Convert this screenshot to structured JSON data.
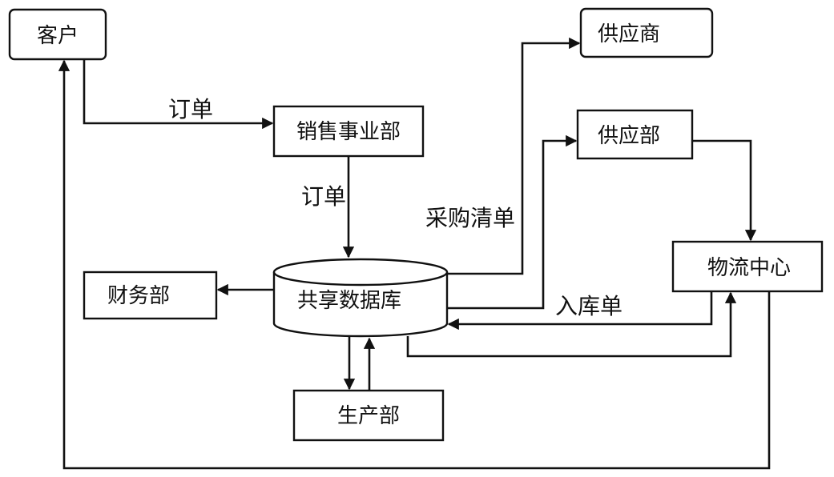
{
  "nodes": {
    "customer": "客户",
    "supplier": "供应商",
    "sales": "销售事业部",
    "supply_dept": "供应部",
    "logistics": "物流中心",
    "finance": "财务部",
    "database": "共享数据库",
    "production": "生产部"
  },
  "edges": {
    "order_top": "订单",
    "order_mid": "订单",
    "purchase_list": "采购清单",
    "stock_in": "入库单"
  }
}
